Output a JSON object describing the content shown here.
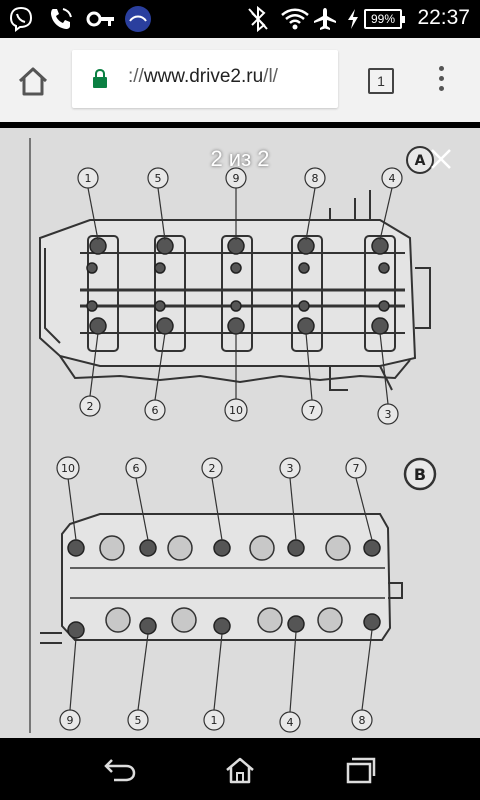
{
  "status_bar": {
    "time": "22:37",
    "battery": "99%",
    "icons": [
      "viber-icon",
      "phone-icon",
      "key-icon",
      "app-icon",
      "bluetooth-off-icon",
      "wifi-icon",
      "airplane-icon",
      "charging-icon"
    ]
  },
  "toolbar": {
    "url_scheme": "://",
    "url_host": "www.drive2.ru",
    "url_path": "/l/",
    "tab_count": "1"
  },
  "viewer": {
    "counter": "2 из 2"
  },
  "diagram": {
    "top_view": {
      "label": "A",
      "top_numbers": [
        "1",
        "5",
        "9",
        "8",
        "4"
      ],
      "bottom_numbers": [
        "2",
        "6",
        "10",
        "7",
        "3"
      ]
    },
    "bottom_view": {
      "label": "B",
      "top_numbers": [
        "10",
        "6",
        "2",
        "3",
        "7"
      ],
      "bottom_numbers": [
        "9",
        "5",
        "1",
        "4",
        "8"
      ]
    }
  },
  "colors": {
    "toolbar_bg": "#f2f2f2",
    "lock_green": "#0b8043",
    "scan_bg": "#dcdcdc"
  }
}
